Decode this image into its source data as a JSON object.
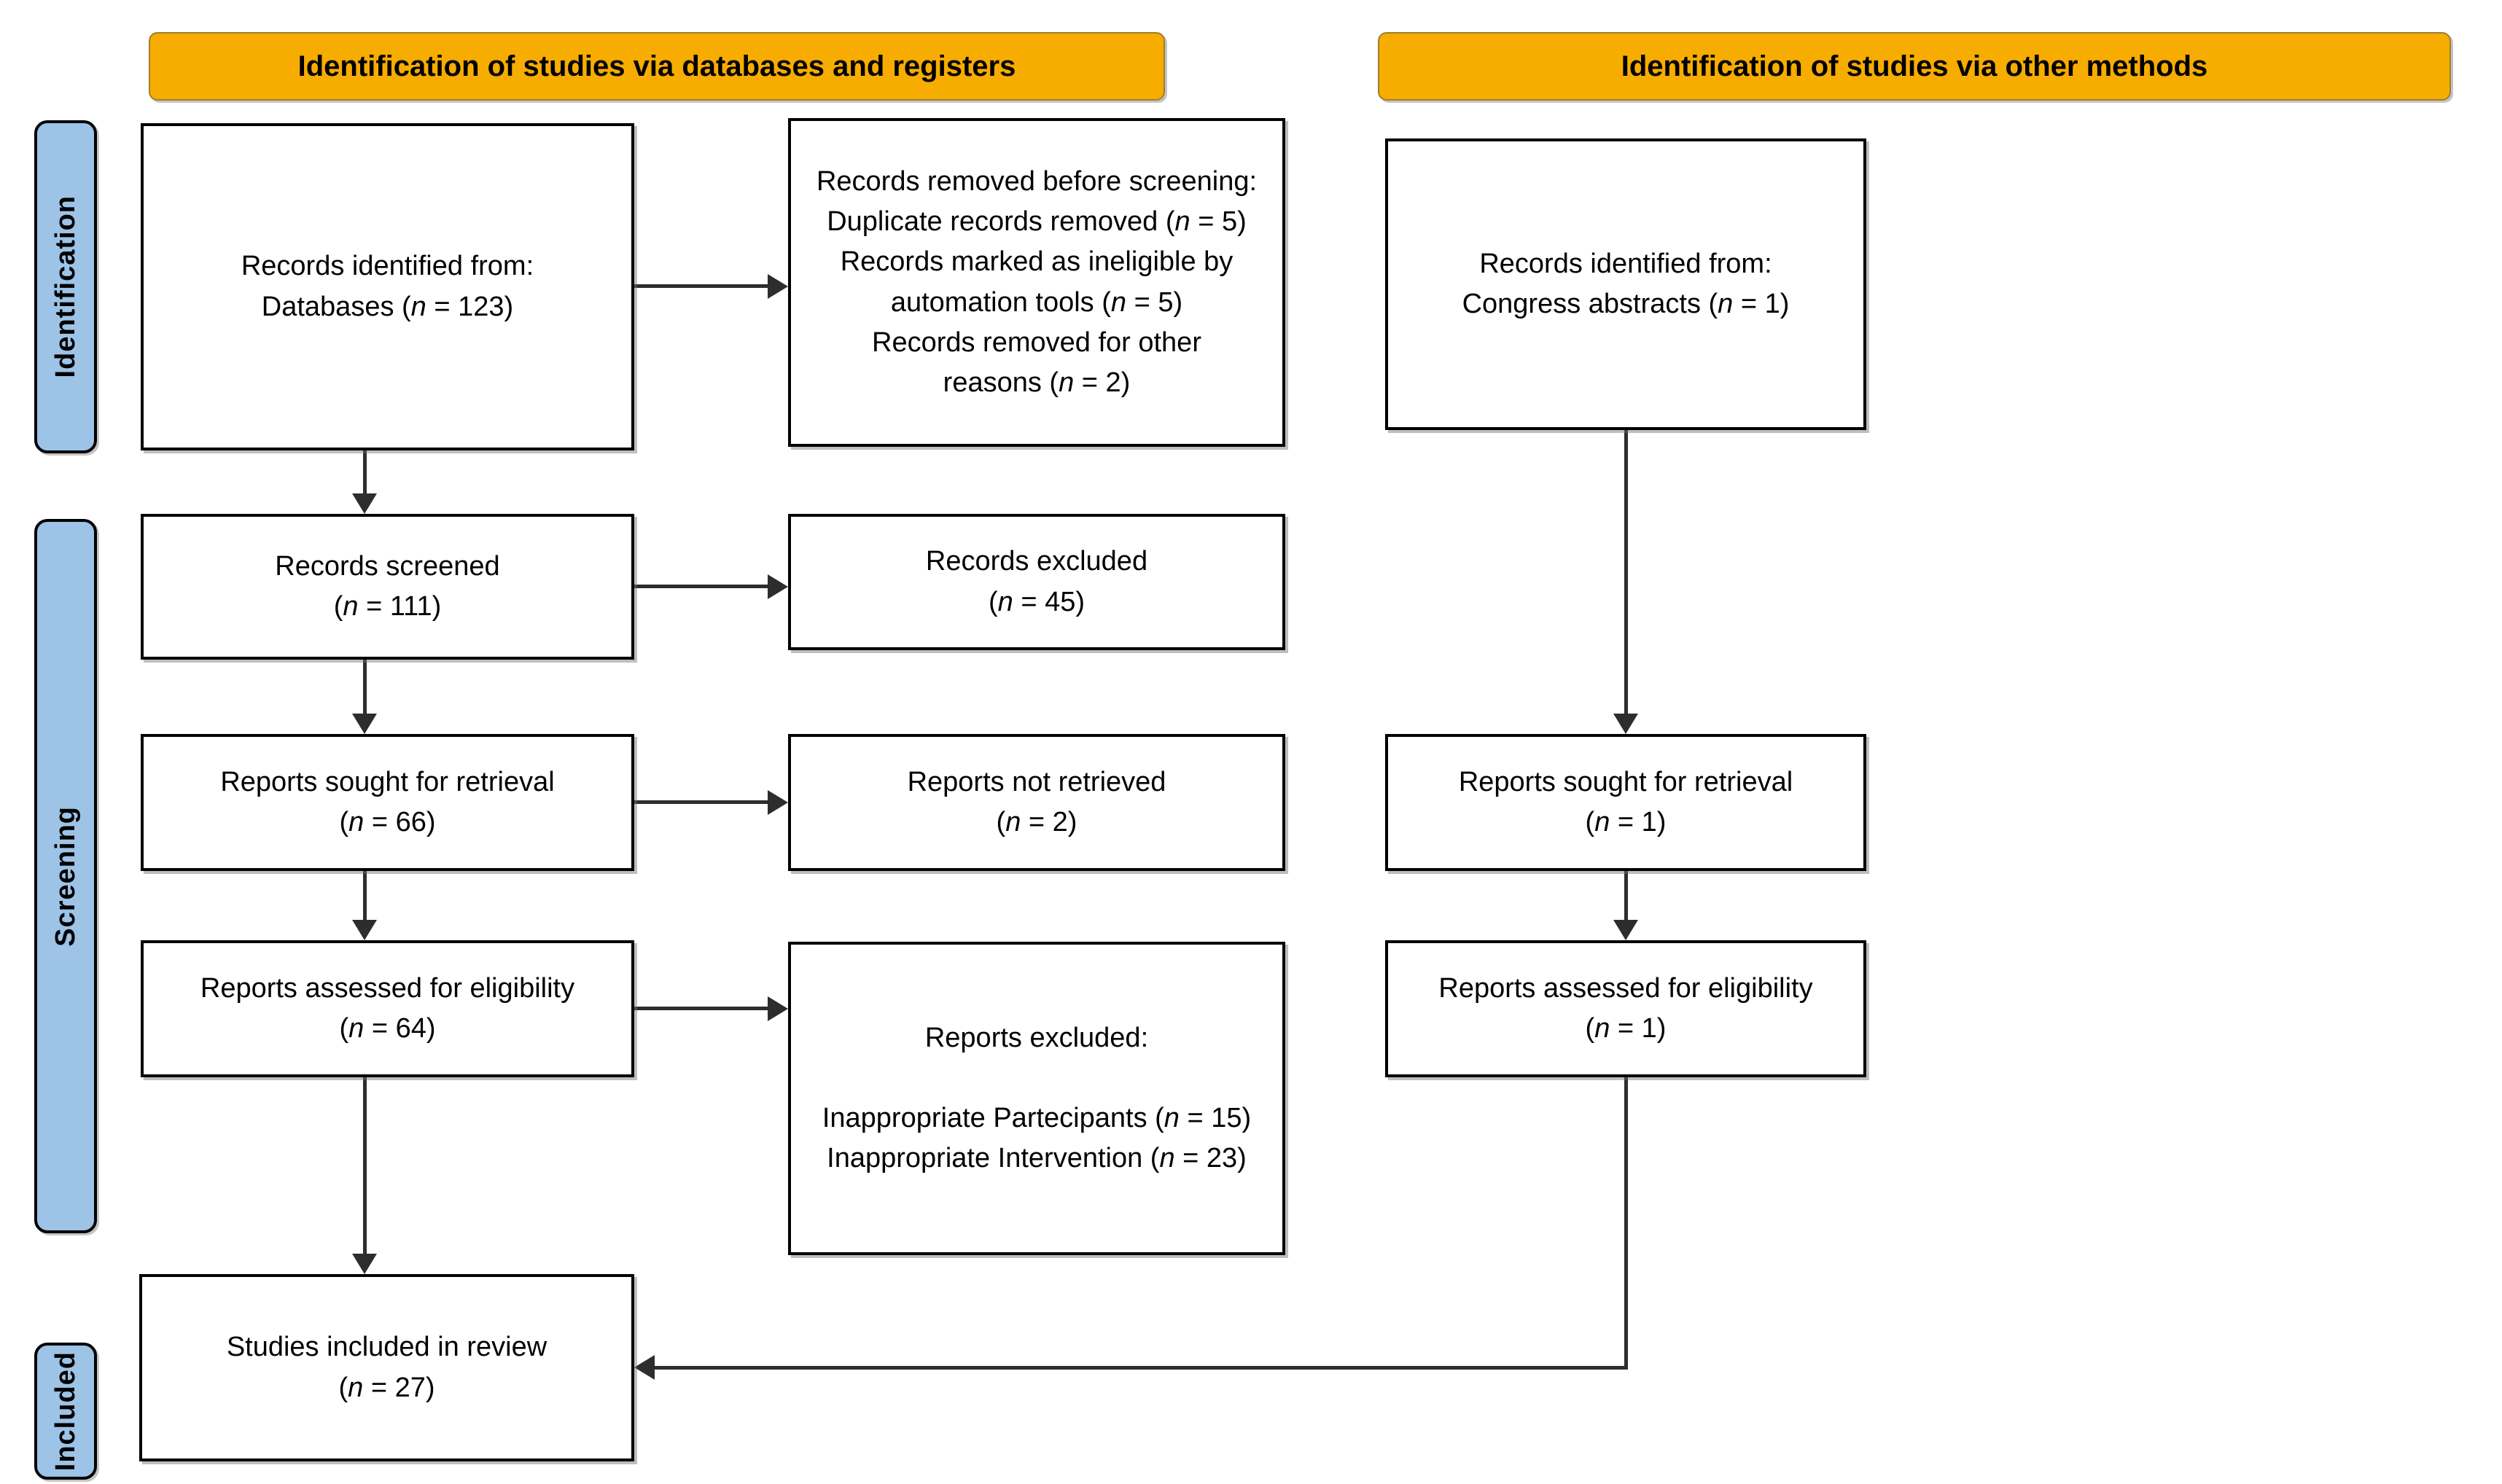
{
  "colors": {
    "banner": "#F7AC00",
    "sidebar": "#9DC3E6",
    "line": "#2d2d2d"
  },
  "banners": {
    "left": "Identification of studies via databases and registers",
    "right": "Identification of studies via other methods"
  },
  "sidebar": {
    "items": [
      {
        "id": "identification",
        "label": "Identification"
      },
      {
        "id": "screening",
        "label": "Screening"
      },
      {
        "id": "included",
        "label": "Included"
      }
    ]
  },
  "boxes": {
    "records_identified": {
      "lines": [
        "Records identified from:",
        "Databases (n = 123)"
      ]
    },
    "records_removed": {
      "lines": [
        "Records removed before screening:",
        "Duplicate records removed (n = 5)",
        "Records marked as ineligible by",
        "automation tools (n = 5)",
        "Records removed for other",
        "reasons (n = 2)"
      ]
    },
    "other_identified": {
      "lines": [
        "Records identified from:",
        "Congress abstracts (n = 1)"
      ]
    },
    "records_screened": {
      "lines": [
        "Records screened",
        "(n = 111)"
      ]
    },
    "records_excluded": {
      "lines": [
        "Records excluded",
        "(n = 45)"
      ]
    },
    "reports_sought": {
      "lines": [
        "Reports sought for retrieval",
        "(n = 66)"
      ]
    },
    "reports_not_retrieved": {
      "lines": [
        "Reports not retrieved",
        "(n = 2)"
      ]
    },
    "other_reports_sought": {
      "lines": [
        "Reports sought for retrieval",
        "(n = 1)"
      ]
    },
    "reports_assessed": {
      "lines": [
        "Reports assessed for eligibility",
        "(n = 64)"
      ]
    },
    "reports_excluded_reasons": {
      "lines": [
        "Reports excluded:",
        "",
        "Inappropriate Partecipants (n = 15)",
        "Inappropriate Intervention (n = 23)"
      ]
    },
    "other_reports_assessed": {
      "lines": [
        "Reports assessed for eligibility",
        "(n = 1)"
      ]
    },
    "studies_included": {
      "lines": [
        "Studies included in review",
        "(n = 27)"
      ]
    }
  }
}
